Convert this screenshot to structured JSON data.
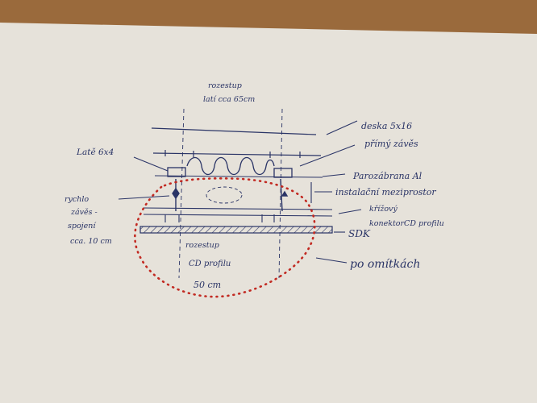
{
  "colors": {
    "table": "#9a6a3c",
    "paper": "#e6e2da",
    "ink": "#2a3466",
    "red_ink": "#c22a22"
  },
  "labels": {
    "top_spacing_1": "rozestup",
    "top_spacing_2": "latí cca 65cm",
    "board": "deska 5x16",
    "direct_hanger": "přímý závěs",
    "laths": "Latě 6x4",
    "vapor_barrier": "Parozábrana Al",
    "install_gap": "instalační meziprostor",
    "quick_hanger_1": "rychlo",
    "quick_hanger_2": "závěs -",
    "quick_hanger_3": "spojení",
    "quick_hanger_4": "cca. 10 cm",
    "cross_conn_1": "křížový",
    "cross_conn_2": "konektorCD profilu",
    "sdk": "SDK",
    "cd_spacing_1": "rozestup",
    "cd_spacing_2": "CD profilu",
    "cd_spacing_3": "50 cm",
    "plaster": "po omítkách"
  }
}
